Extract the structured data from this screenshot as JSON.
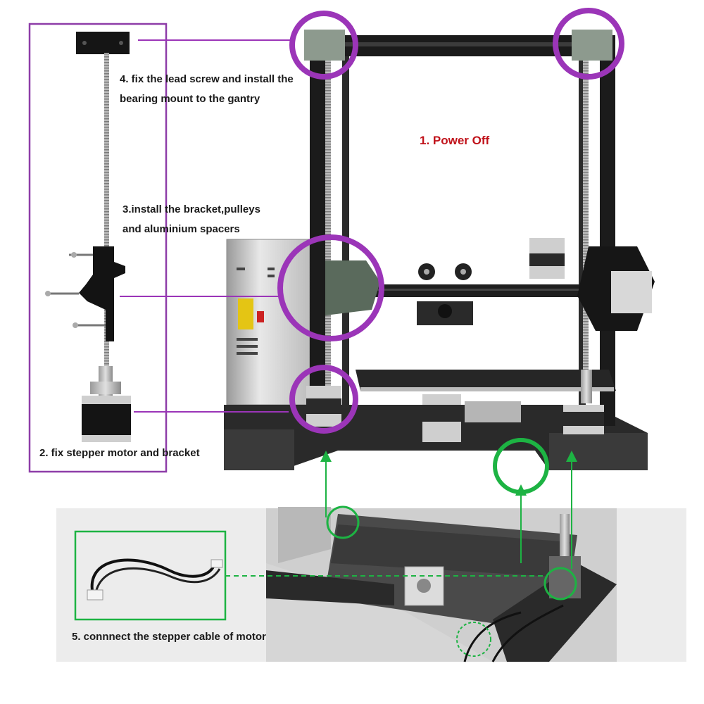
{
  "labels": {
    "step1": "1. Power Off",
    "step2": "2. fix stepper motor and bracket",
    "step3_line1": "3.install the bracket,pulleys",
    "step3_line2": "and aluminium spacers",
    "step4_line1": "4. fix the lead screw and install the",
    "step4_line2": "bearing mount to the gantry",
    "step5": "5. connnect the stepper cable of motor"
  },
  "colors": {
    "callout_purple": "#9b35b8",
    "box_purple": "#8e3da8",
    "callout_green": "#1db343",
    "label_red": "#c0121a",
    "frame_black": "#1b1b1b",
    "panel_gray": "#ececec"
  }
}
